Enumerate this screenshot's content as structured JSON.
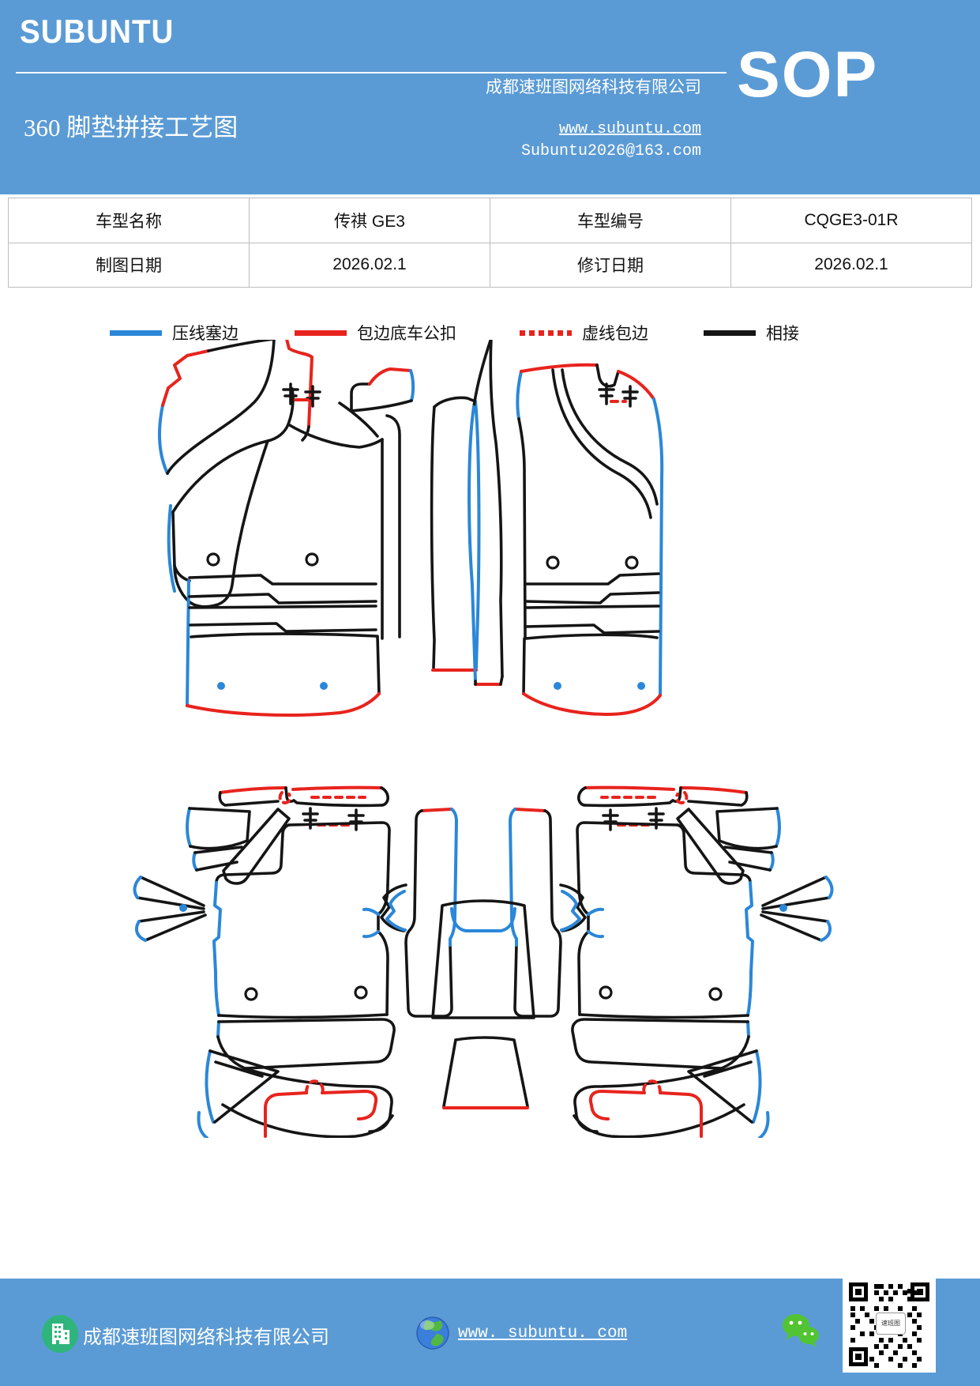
{
  "header": {
    "brand": "SUBUNTU",
    "title": "360 脚垫拼接工艺图",
    "company": "成都速班图网络科技有限公司",
    "sop": "SOP",
    "website": "www.subuntu.com",
    "email": "Subuntu2026@163.com"
  },
  "table": {
    "rows": [
      {
        "cells": [
          "车型名称",
          "传祺 GE3",
          "车型编号",
          "CQGE3-01R"
        ]
      },
      {
        "cells": [
          "制图日期",
          "2026.02.1",
          "修订日期",
          "2026.02.1"
        ]
      }
    ]
  },
  "legend": {
    "items": [
      {
        "label": "压线塞边",
        "style": "solid",
        "color": "#2b87d8"
      },
      {
        "label": "包边底车公扣",
        "style": "solid",
        "color": "#e8231d"
      },
      {
        "label": "虚线包边",
        "style": "dashed",
        "color": "#e8231d"
      },
      {
        "label": "相接",
        "style": "solid",
        "color": "#151515"
      }
    ]
  },
  "drawing": {
    "subject": "360 car foot-mat splicing pattern pieces",
    "sections": [
      "front-left-mat",
      "front-right-mat",
      "rear-mat-group"
    ]
  },
  "footer": {
    "company": "成都速班图网络科技有限公司",
    "website": "www. subuntu. com",
    "qr_logo": "速班图"
  },
  "palette": {
    "header_blue": "#5b9bd5",
    "line_blue": "#2b87d8",
    "line_red": "#e8231d",
    "line_black": "#151515",
    "table_border": "#bdbdbd",
    "wechat_green": "#52c332",
    "building_green": "#2fb57c"
  }
}
